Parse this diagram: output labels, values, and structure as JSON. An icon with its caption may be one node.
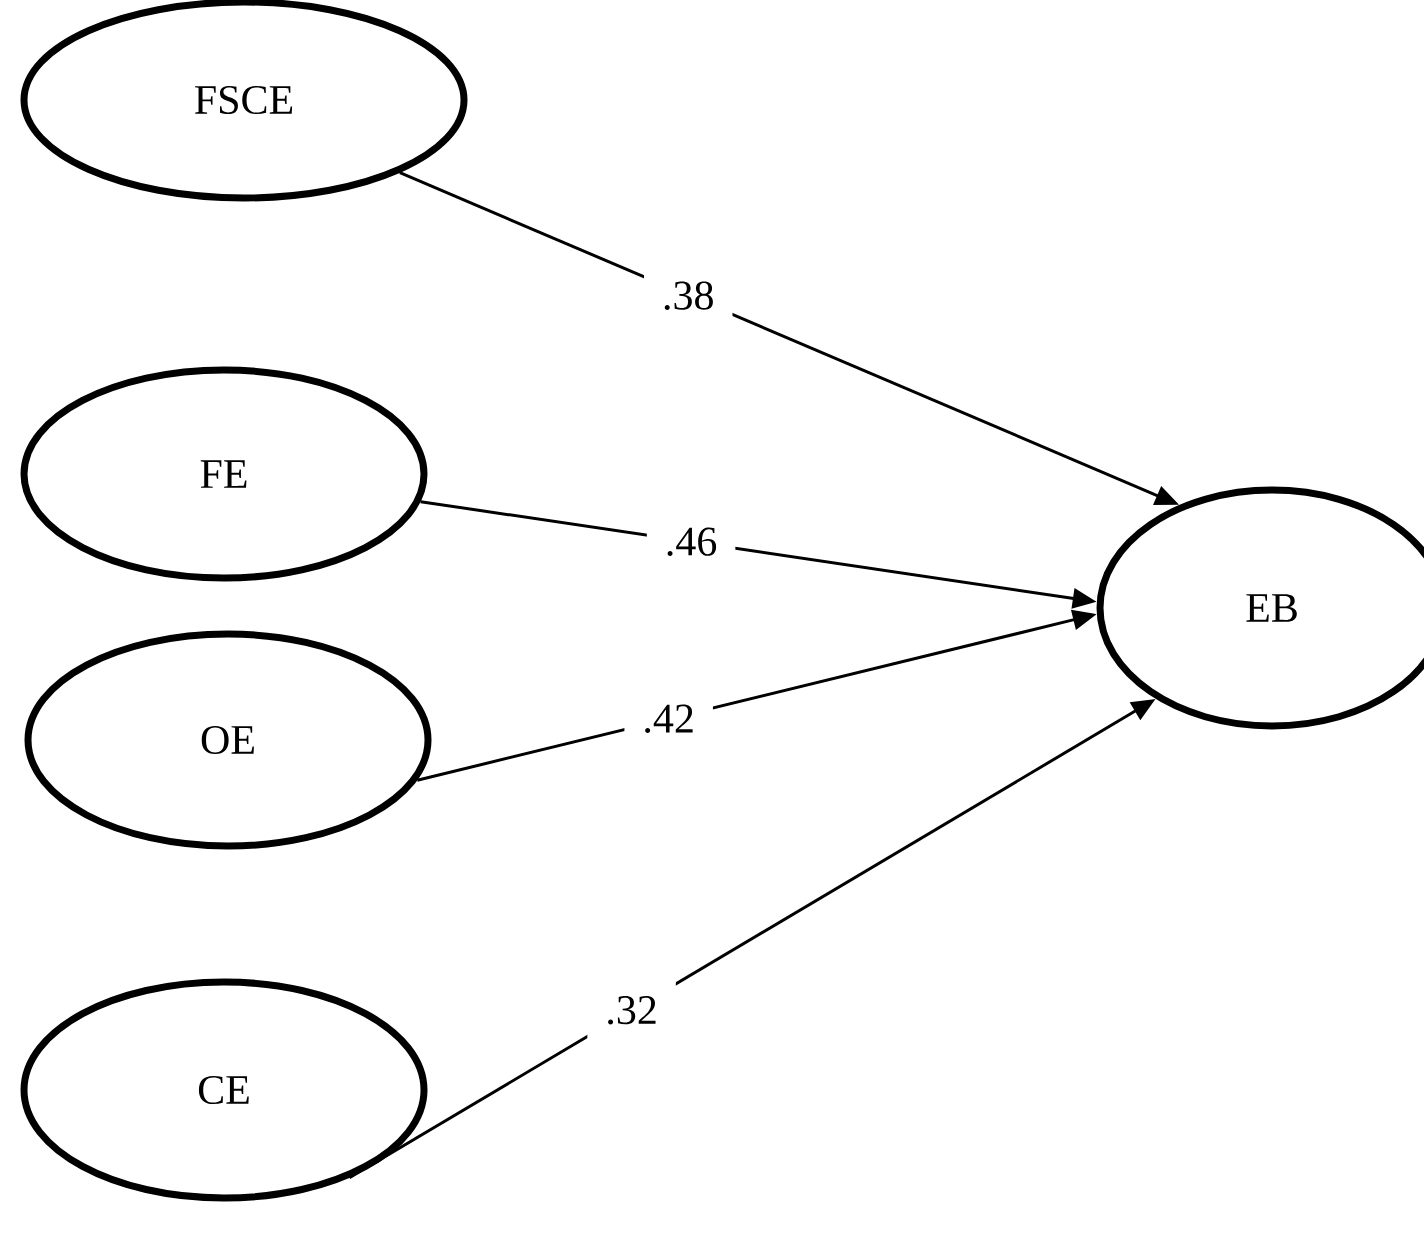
{
  "diagram": {
    "nodes": [
      {
        "text": [
          "FSCE"
        ]
      },
      {
        "text": [
          "FE"
        ]
      },
      {
        "text": [
          "OE"
        ]
      },
      {
        "text": [
          "CE"
        ]
      },
      {
        "text": [
          "EB"
        ]
      }
    ],
    "edges": [
      {
        "from": 0,
        "to": 4,
        "arrow": "to",
        "label": ".38"
      },
      {
        "from": 1,
        "to": 4,
        "arrow": "to",
        "label": ".46"
      },
      {
        "from": 2,
        "to": 4,
        "arrow": "to",
        "label": ".42"
      },
      {
        "from": 3,
        "to": 4,
        "arrow": "to",
        "label": ".32"
      }
    ]
  }
}
